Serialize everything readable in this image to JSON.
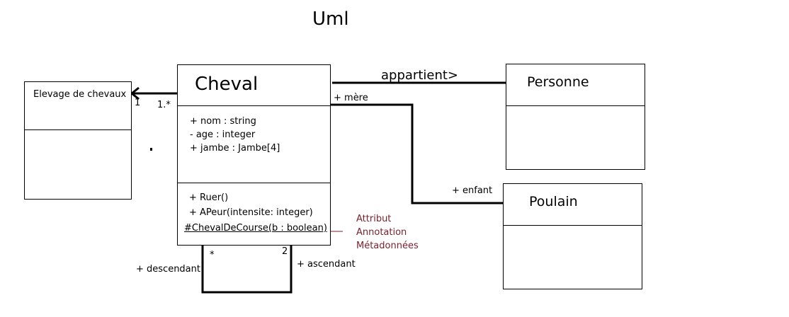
{
  "diagram": {
    "title": "Uml",
    "classes": {
      "elevage": {
        "name": "Elevage de chevaux"
      },
      "cheval": {
        "name": "Cheval",
        "attributes": [
          "+ nom : string",
          "- age : integer",
          "+ jambe : Jambe[4]"
        ],
        "methods": [
          "+ Ruer()",
          "+ APeur(intensite: integer)"
        ],
        "static_method": "#ChevalDeCourse(b : boolean)"
      },
      "personne": {
        "name": "Personne"
      },
      "poulain": {
        "name": "Poulain"
      }
    },
    "associations": {
      "elevage_multiplicity": "1",
      "cheval_multiplicity": "1.*",
      "appartient": "appartient>",
      "mere_role": "+ mère",
      "enfant_role": "+ enfant",
      "descendant_role": "+ descendant",
      "ascendant_role": "+ ascendant",
      "descendant_multiplicity": "*",
      "ascendant_multiplicity": "2"
    },
    "note": [
      "Attribut",
      "Annotation",
      "Métadonnées"
    ],
    "note_color": "#7a1f2b"
  }
}
